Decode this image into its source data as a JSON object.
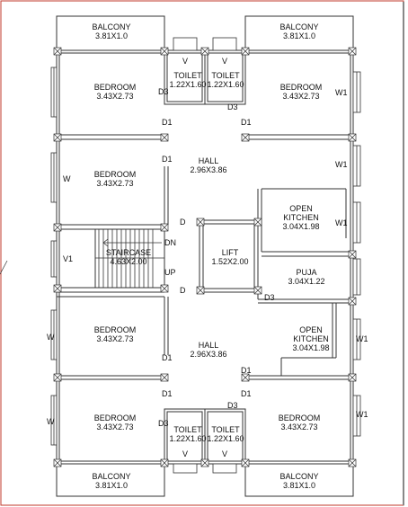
{
  "rooms": {
    "balcony_tl": {
      "name": "BALCONY",
      "size": "3.81X1.0"
    },
    "balcony_tr": {
      "name": "BALCONY",
      "size": "3.81X1.0"
    },
    "toilet_tl": {
      "name": "TOILET",
      "size": "1.22X1.60"
    },
    "toilet_tr": {
      "name": "TOILET",
      "size": "1.22X1.60"
    },
    "bedroom_tl": {
      "name": "BEDROOM",
      "size": "3.43X2.73"
    },
    "bedroom_tr": {
      "name": "BEDROOM",
      "size": "3.43X2.73"
    },
    "bedroom_ml": {
      "name": "BEDROOM",
      "size": "3.43X2.73"
    },
    "hall_top": {
      "name": "HALL",
      "size": "2.96X3.86"
    },
    "open_kitchen_top": {
      "name1": "OPEN",
      "name2": "KITCHEN",
      "size": "3.04X1.98"
    },
    "staircase": {
      "name": "STAIRCASE",
      "size": "4.63X2.00"
    },
    "lift": {
      "name": "LIFT",
      "size": "1.52X2.00"
    },
    "puja": {
      "name": "PUJA",
      "size": "3.04X1.22"
    },
    "bedroom_bl_mid": {
      "name": "BEDROOM",
      "size": "3.43X2.73"
    },
    "hall_bottom": {
      "name": "HALL",
      "size": "2.96X3.86"
    },
    "open_kitchen_bottom": {
      "name1": "OPEN",
      "name2": "KITCHEN",
      "size": "3.04X1.98"
    },
    "bedroom_bl": {
      "name": "BEDROOM",
      "size": "3.43X2.73"
    },
    "bedroom_br": {
      "name": "BEDROOM",
      "size": "3.43X2.73"
    },
    "toilet_bl": {
      "name": "TOILET",
      "size": "1.22X1.60"
    },
    "toilet_br": {
      "name": "TOILET",
      "size": "1.22X1.60"
    },
    "balcony_bl": {
      "name": "BALCONY",
      "size": "3.81X1.0"
    },
    "balcony_br": {
      "name": "BALCONY",
      "size": "3.81X1.0"
    }
  },
  "tags": {
    "v": "V",
    "d": "D",
    "d1": "D1",
    "d3": "D3",
    "w": "W",
    "w1": "W1",
    "v1": "V1",
    "dn": "DN",
    "up": "UP"
  }
}
